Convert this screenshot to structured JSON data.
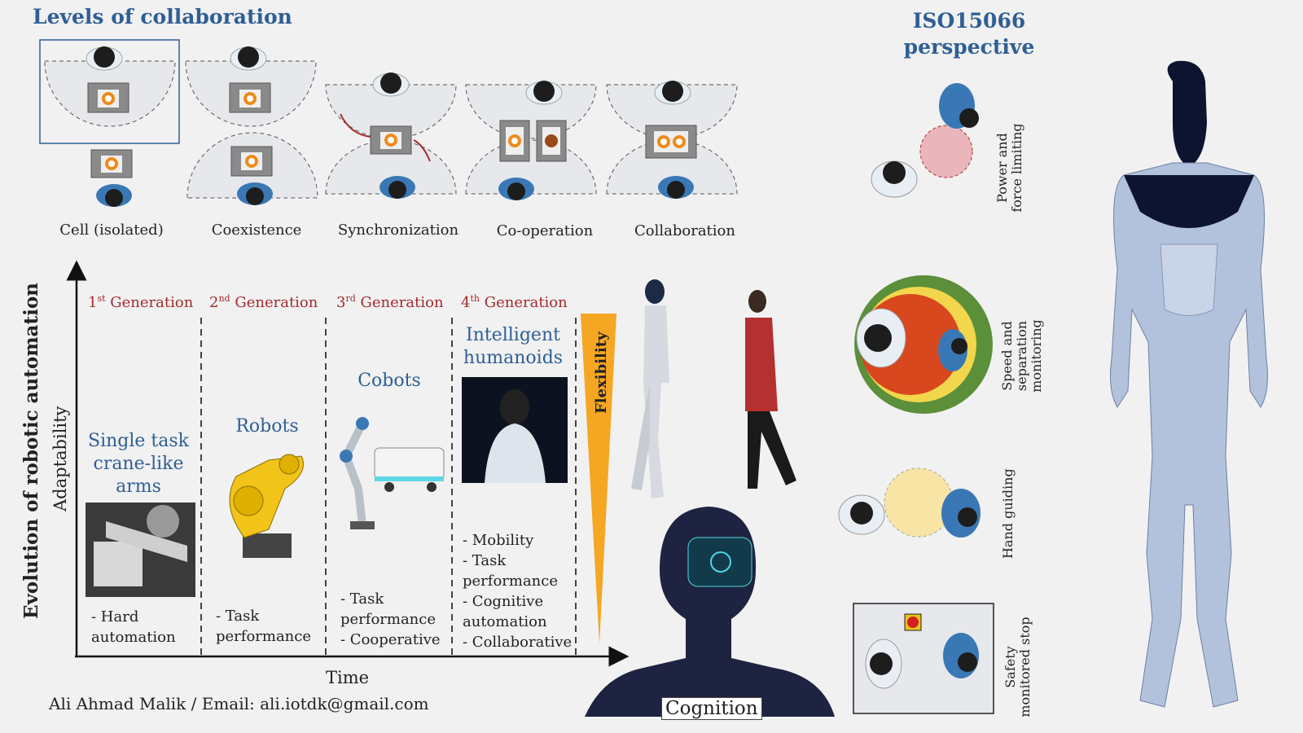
{
  "levels": {
    "title": "Levels of collaboration",
    "items": [
      "Cell (isolated)",
      "Coexistence",
      "Synchronization",
      "Co-operation",
      "Collaboration"
    ]
  },
  "iso": {
    "title_line1": "ISO15066",
    "title_line2": "perspective",
    "modes": [
      {
        "line1": "Power and",
        "line2": "force limiting"
      },
      {
        "line1": "Speed and",
        "line2": "separation",
        "line3": "monitoring"
      },
      {
        "line1": "Hand guiding"
      },
      {
        "line1": "Safety",
        "line2": "monitored stop"
      }
    ]
  },
  "evolution": {
    "side_label": "Evolution of robotic automation",
    "y_axis": "Adaptability",
    "x_axis": "Time",
    "flexibility": "Flexibility",
    "cognition": "Cognition",
    "generations": [
      {
        "num": "1",
        "sup": "st",
        "label": "Generation",
        "type_lines": [
          "Single task",
          "crane-like",
          "arms"
        ],
        "features": [
          "- Hard",
          "automation"
        ]
      },
      {
        "num": "2",
        "sup": "nd",
        "label": "Generation",
        "type_lines": [
          "Robots"
        ],
        "features": [
          "- Task",
          "performance"
        ]
      },
      {
        "num": "3",
        "sup": "rd",
        "label": "Generation",
        "type_lines": [
          "Cobots"
        ],
        "features": [
          "- Task",
          "performance",
          "- Cooperative"
        ]
      },
      {
        "num": "4",
        "sup": "th",
        "label": "Generation",
        "type_lines": [
          "Intelligent",
          "humanoids"
        ],
        "features": [
          "- Mobility",
          "- Task",
          "performance",
          "- Cognitive",
          "automation",
          "- Collaborative"
        ]
      }
    ]
  },
  "author": "Ali Ahmad Malik / Email: ali.iotdk@gmail.com",
  "colors": {
    "title_blue": "#2f5f95",
    "generation_red": "#a52a2a",
    "flex_orange": "#f5a623",
    "ssm_outer": "#5b8f3a",
    "ssm_mid": "#f2d64b",
    "ssm_inner": "#d9471f"
  }
}
